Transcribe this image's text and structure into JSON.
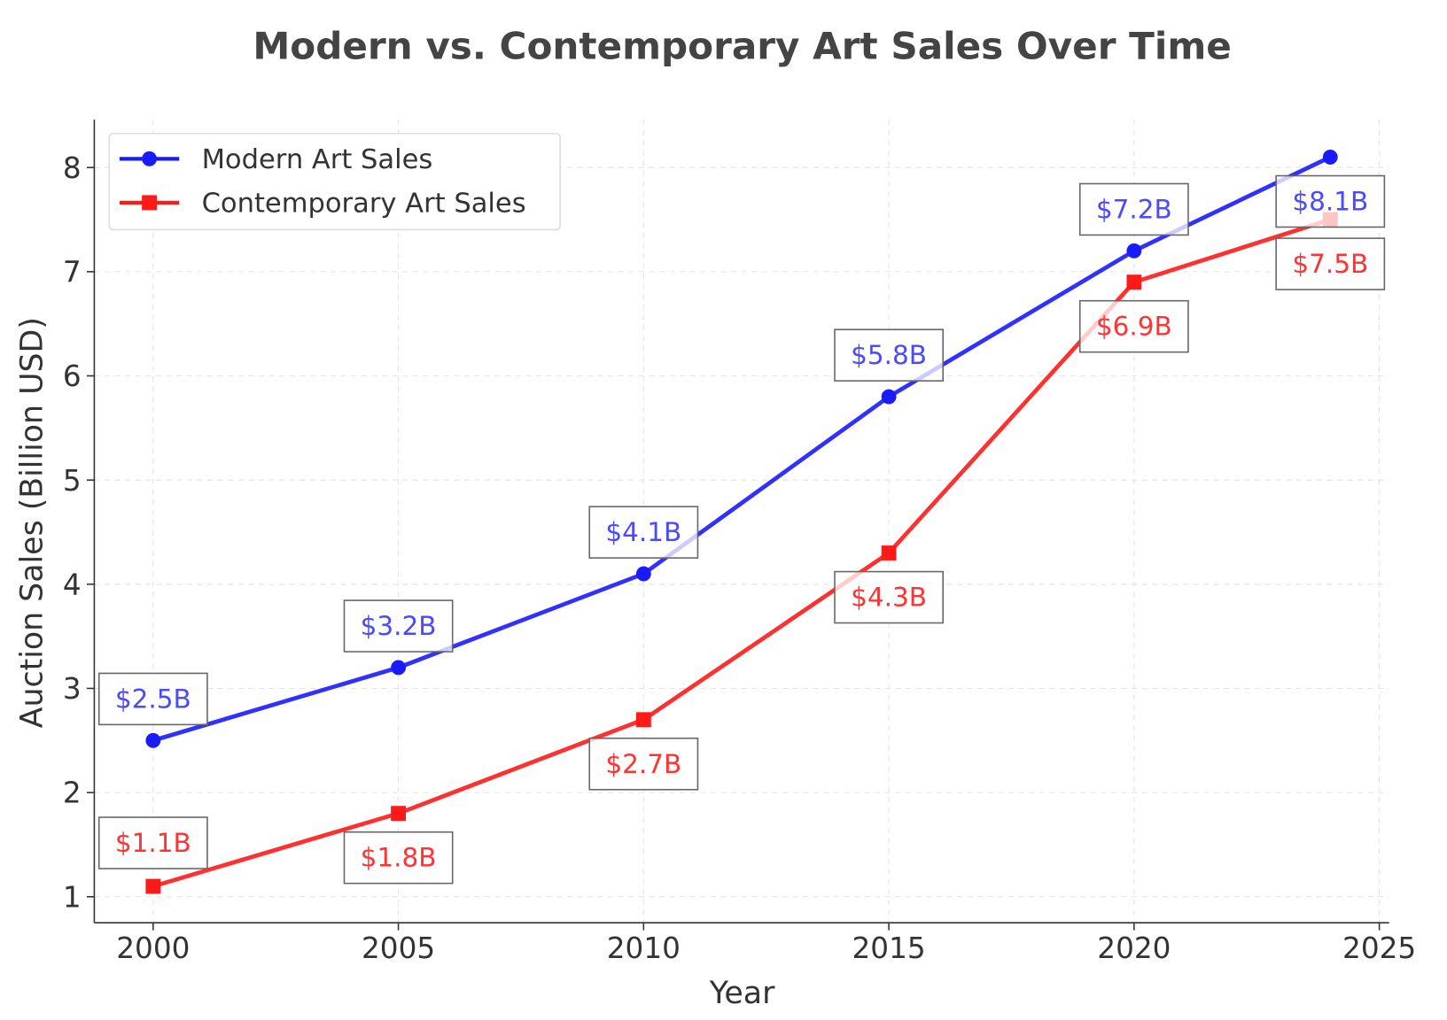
{
  "chart_data": {
    "type": "line",
    "title": "Modern vs. Contemporary Art Sales Over Time",
    "xlabel": "Year",
    "ylabel": "Auction Sales (Billion USD)",
    "x": [
      2000,
      2005,
      2010,
      2015,
      2020,
      2024
    ],
    "xlim": [
      1998.8,
      2025.2
    ],
    "ylim": [
      0.75,
      8.46
    ],
    "xticks": [
      "2000",
      "2005",
      "2010",
      "2015",
      "2020",
      "2025"
    ],
    "xtick_values": [
      2000,
      2005,
      2010,
      2015,
      2020,
      2025
    ],
    "yticks": [
      "1",
      "2",
      "3",
      "4",
      "5",
      "6",
      "7",
      "8"
    ],
    "ytick_values": [
      1,
      2,
      3,
      4,
      5,
      6,
      7,
      8
    ],
    "grid": true,
    "legend_position": "top-left",
    "series": [
      {
        "name": "Modern Art Sales",
        "color": "#1a1aff",
        "label_color": "#4a4aff",
        "marker": "circle",
        "label_side": "above",
        "values": [
          2.5,
          3.2,
          4.1,
          5.8,
          7.2,
          8.1
        ],
        "labels": [
          "$2.5B",
          "$3.2B",
          "$4.1B",
          "$5.8B",
          "$7.2B",
          "$8.1B"
        ]
      },
      {
        "name": "Contemporary Art Sales",
        "color": "#ff1a1a",
        "label_color": "#ff3333",
        "marker": "square",
        "label_side": "below",
        "values": [
          1.1,
          1.8,
          2.7,
          4.3,
          6.9,
          7.5
        ],
        "labels": [
          "$1.1B",
          "$1.8B",
          "$2.7B",
          "$4.3B",
          "$6.9B",
          "$7.5B"
        ]
      }
    ]
  }
}
